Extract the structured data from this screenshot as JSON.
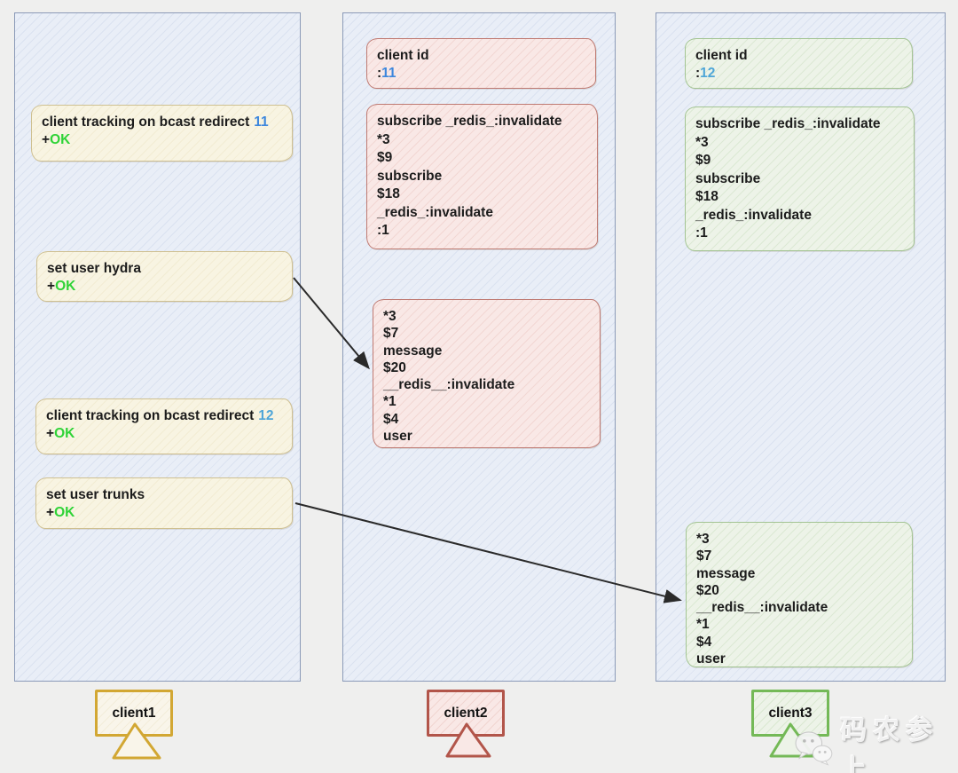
{
  "colors": {
    "id11_blue": "#3d87dd",
    "id12_blue": "#4fa6d8",
    "ok_green": "#2fd337",
    "client1_accent": "#d2a733",
    "client2_accent": "#b2554a",
    "client3_accent": "#74b957",
    "lane_border": "#8b9ab8",
    "arrow_color": "#2a2a2a"
  },
  "watermark": {
    "text": "码农参上"
  },
  "client1_panel": {
    "monitor_label": "client1",
    "tracking11_box": {
      "command": "client tracking on bcast redirect",
      "redirect_id": "11",
      "response_prefix": "+",
      "response": "OK"
    },
    "set_hydra_box": {
      "command": "set user hydra",
      "response_prefix": "+",
      "response": "OK"
    },
    "tracking12_box": {
      "command": "client tracking on bcast redirect",
      "redirect_id": "12",
      "response_prefix": "+",
      "response": "OK"
    },
    "set_trunks_box": {
      "command": "set user trunks",
      "response_prefix": "+",
      "response": "OK"
    }
  },
  "client2_panel": {
    "monitor_label": "client2",
    "client_id_box": {
      "label": "client id",
      "colon": ":",
      "value": "11"
    },
    "subscribe_box": {
      "lines": [
        "subscribe _redis_:invalidate",
        "*3",
        "$9",
        "subscribe",
        "$18",
        "_redis_:invalidate",
        ":1"
      ]
    },
    "invalidate_message_box": {
      "lines": [
        "*3",
        "$7",
        "message",
        "$20",
        "__redis__:invalidate",
        "*1",
        "$4",
        "user"
      ]
    }
  },
  "client3_panel": {
    "monitor_label": "client3",
    "client_id_box": {
      "label": "client id",
      "colon": ":",
      "value": "12"
    },
    "subscribe_box": {
      "lines": [
        "subscribe _redis_:invalidate",
        "*3",
        "$9",
        "subscribe",
        "$18",
        "_redis_:invalidate",
        ":1"
      ]
    },
    "invalidate_message_box": {
      "lines": [
        "*3",
        "$7",
        "message",
        "$20",
        "__redis__:invalidate",
        "*1",
        "$4",
        "user"
      ]
    }
  }
}
